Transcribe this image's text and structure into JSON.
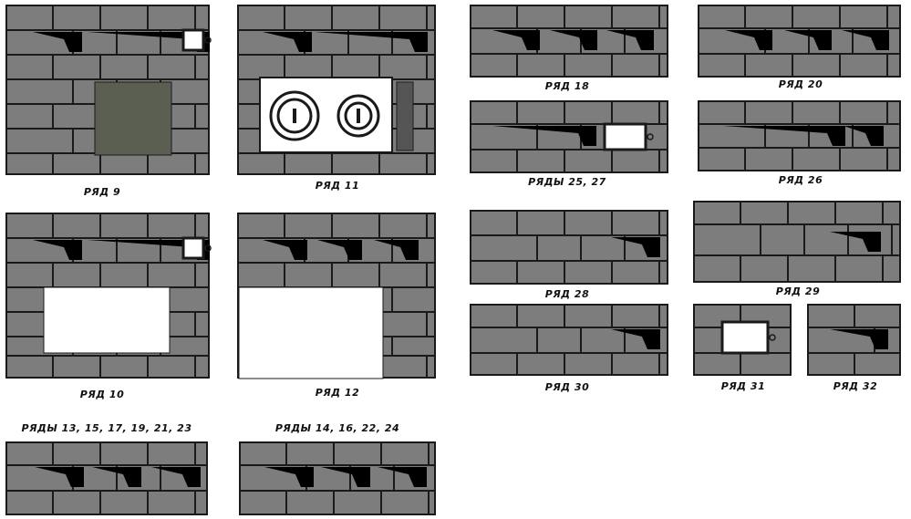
{
  "figure": {
    "panels": [
      {
        "id": "row9",
        "label": "РЯД 9"
      },
      {
        "id": "row11",
        "label": "РЯД 11"
      },
      {
        "id": "row10",
        "label": "РЯД 10"
      },
      {
        "id": "row12",
        "label": "РЯД 12"
      },
      {
        "id": "rows13",
        "label": "РЯДЫ 13, 15, 17, 19, 21, 23"
      },
      {
        "id": "rows14",
        "label": "РЯДЫ 14, 16, 22, 24"
      },
      {
        "id": "row18",
        "label": "РЯД 18"
      },
      {
        "id": "row20",
        "label": "РЯД 20"
      },
      {
        "id": "rows25",
        "label": "РЯДЫ 25, 27"
      },
      {
        "id": "row26",
        "label": "РЯД 26"
      },
      {
        "id": "row28",
        "label": "РЯД 28"
      },
      {
        "id": "row29",
        "label": "РЯД 29"
      },
      {
        "id": "row30",
        "label": "РЯД 30"
      },
      {
        "id": "row31",
        "label": "РЯД 31"
      },
      {
        "id": "row32",
        "label": "РЯД 32"
      }
    ],
    "colors": {
      "brick": "#7d7d7d",
      "joint": "#1a1a1a",
      "channel": "#000000",
      "opening": "#ffffff",
      "firebox": "#5a5f52"
    }
  }
}
